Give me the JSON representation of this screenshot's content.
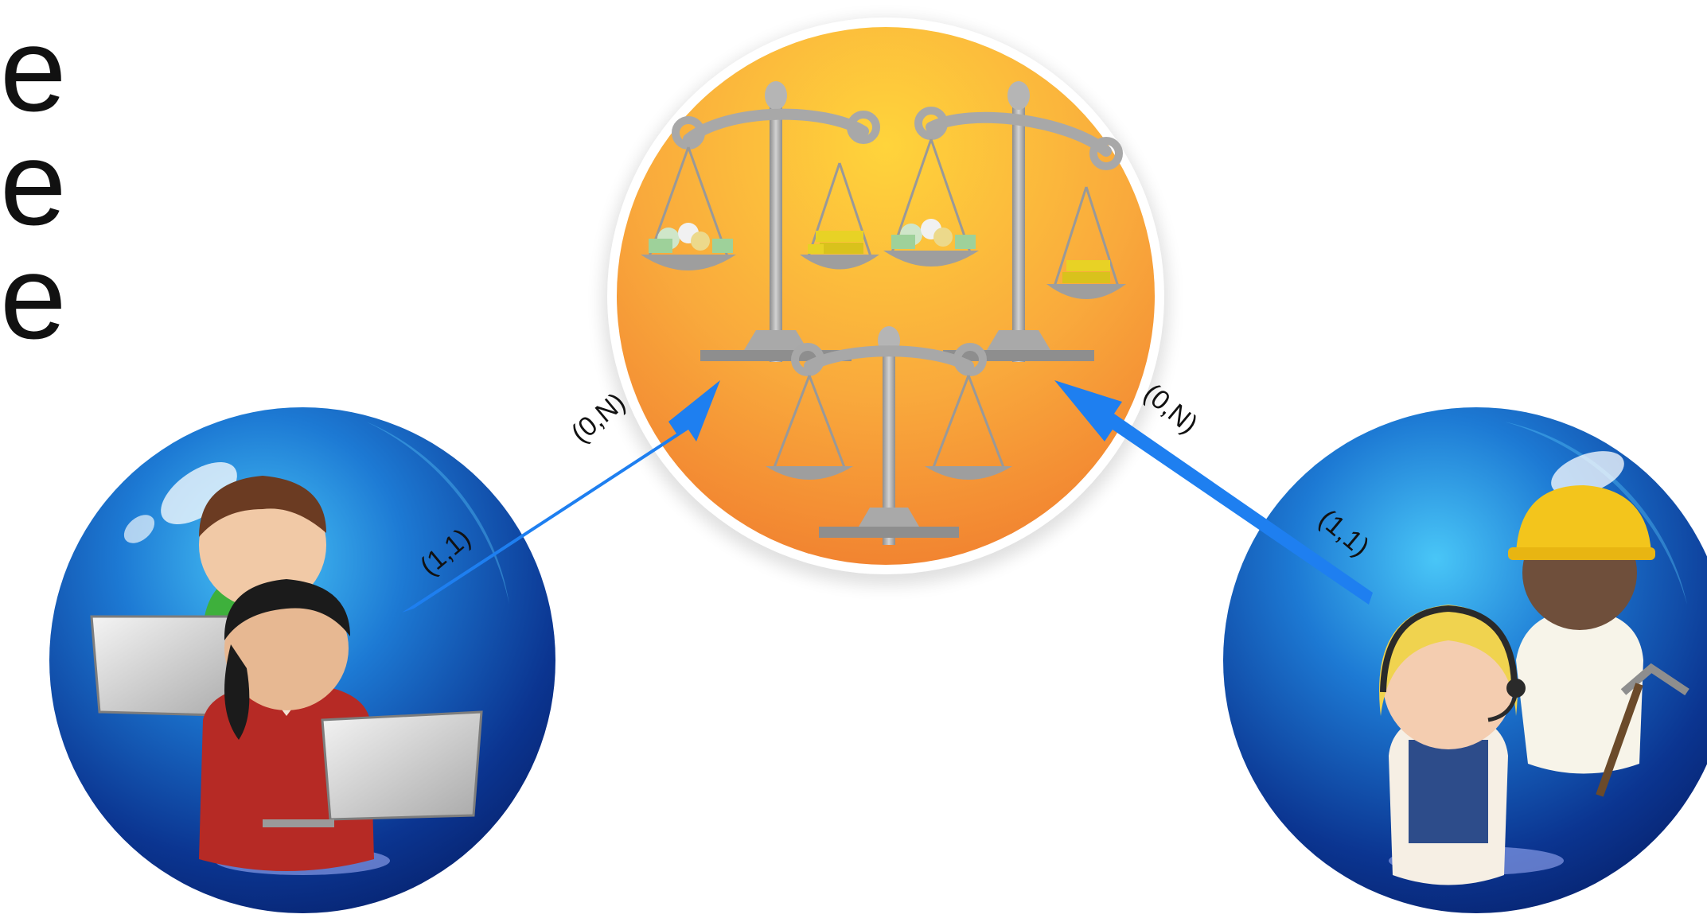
{
  "edge_letters": [
    "e",
    "e",
    "e"
  ],
  "labels": {
    "left_entity": "(1,1)",
    "left_relationship": "(0,N)",
    "right_relationship": "(0,N)",
    "right_entity": "(1,1)"
  },
  "colors": {
    "relationship_fill": "#f59b38",
    "relationship_highlight": "#ffd24a",
    "entity_fill": "#0d3e9c",
    "entity_highlight": "#3db6f2",
    "arrow": "#1e7ff0",
    "scale_metal": "#a8a8a8",
    "gold": "#e8d225"
  },
  "icons": {
    "relationship": "balance-scales-icon",
    "left_entity": "office-workers-with-laptops-icon",
    "right_entity": "call-center-and-construction-workers-icon"
  }
}
